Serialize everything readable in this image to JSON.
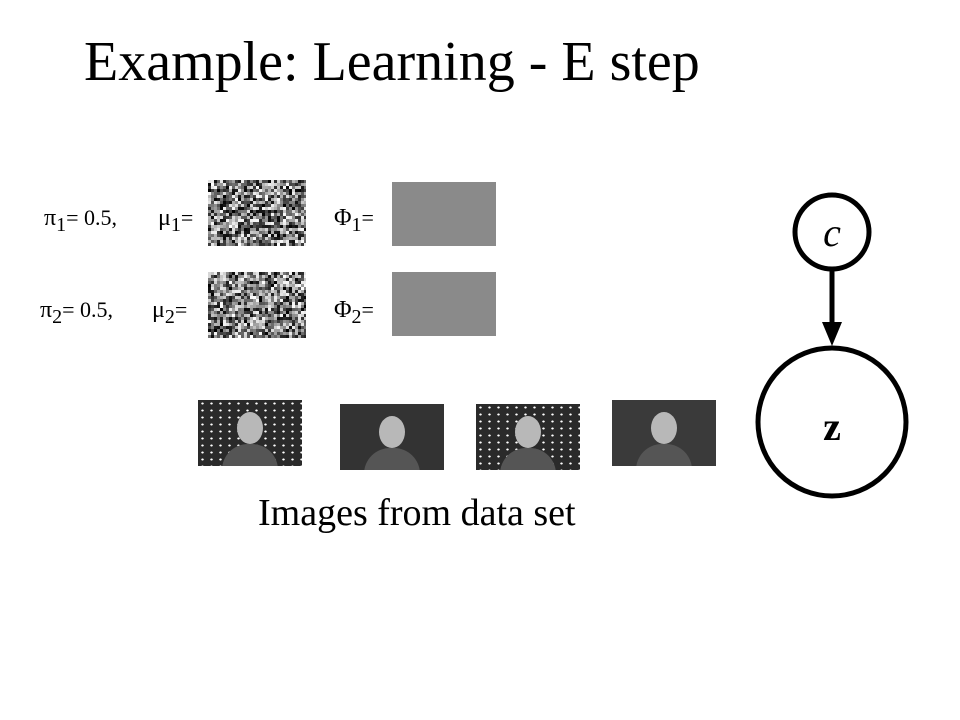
{
  "title": "Example: Learning - E step",
  "params": [
    {
      "pi": "π",
      "pi_index": "1",
      "pi_value": "= 0.5,",
      "mu": "μ",
      "mu_index": "1",
      "mu_eq": "=",
      "phi": "Φ",
      "phi_index": "1",
      "phi_eq": "="
    },
    {
      "pi": "π",
      "pi_index": "2",
      "pi_value": "= 0.5,",
      "mu": "μ",
      "mu_index": "2",
      "mu_eq": "=",
      "phi": "Φ",
      "phi_index": "2",
      "phi_eq": "="
    }
  ],
  "caption": "Images from data set",
  "graph": {
    "top_node": "c",
    "bottom_node": "z"
  },
  "colors": {
    "node_stroke": "#000000",
    "phi_box": "#8a8a8a"
  }
}
